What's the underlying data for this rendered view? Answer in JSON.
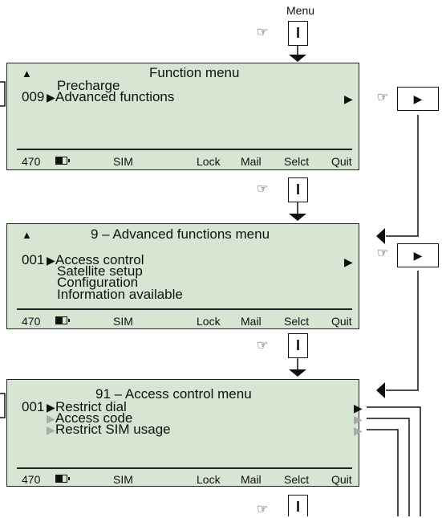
{
  "top_key": {
    "label": "Menu",
    "symbol": "I"
  },
  "pointer_hand": "☞",
  "screen1": {
    "up_arrow": "▲",
    "title": "Function menu",
    "line1": "Precharge",
    "line2_num": "009",
    "line2_text": "Advanced functions",
    "right_arrow": "▶"
  },
  "screen2": {
    "up_arrow": "▲",
    "title": "9 – Advanced functions menu",
    "line1_num": "001",
    "line1_text": "Access control",
    "line2": "Satellite setup",
    "line3": "Configuration",
    "line4": "Information available",
    "right_arrow": "▶"
  },
  "screen3": {
    "title": "91 – Access control menu",
    "line1_num": "001",
    "line1_text": "Restrict dial",
    "line2": "Access code",
    "line3": "Restrict SIM usage",
    "right_arrow": "▶"
  },
  "footer": {
    "num": "470",
    "sim": "SIM",
    "lock": "Lock",
    "mail": "Mail",
    "selct": "Selct",
    "quit": "Quit"
  },
  "keys": {
    "select_symbol": "I",
    "right_symbol": "▶"
  }
}
